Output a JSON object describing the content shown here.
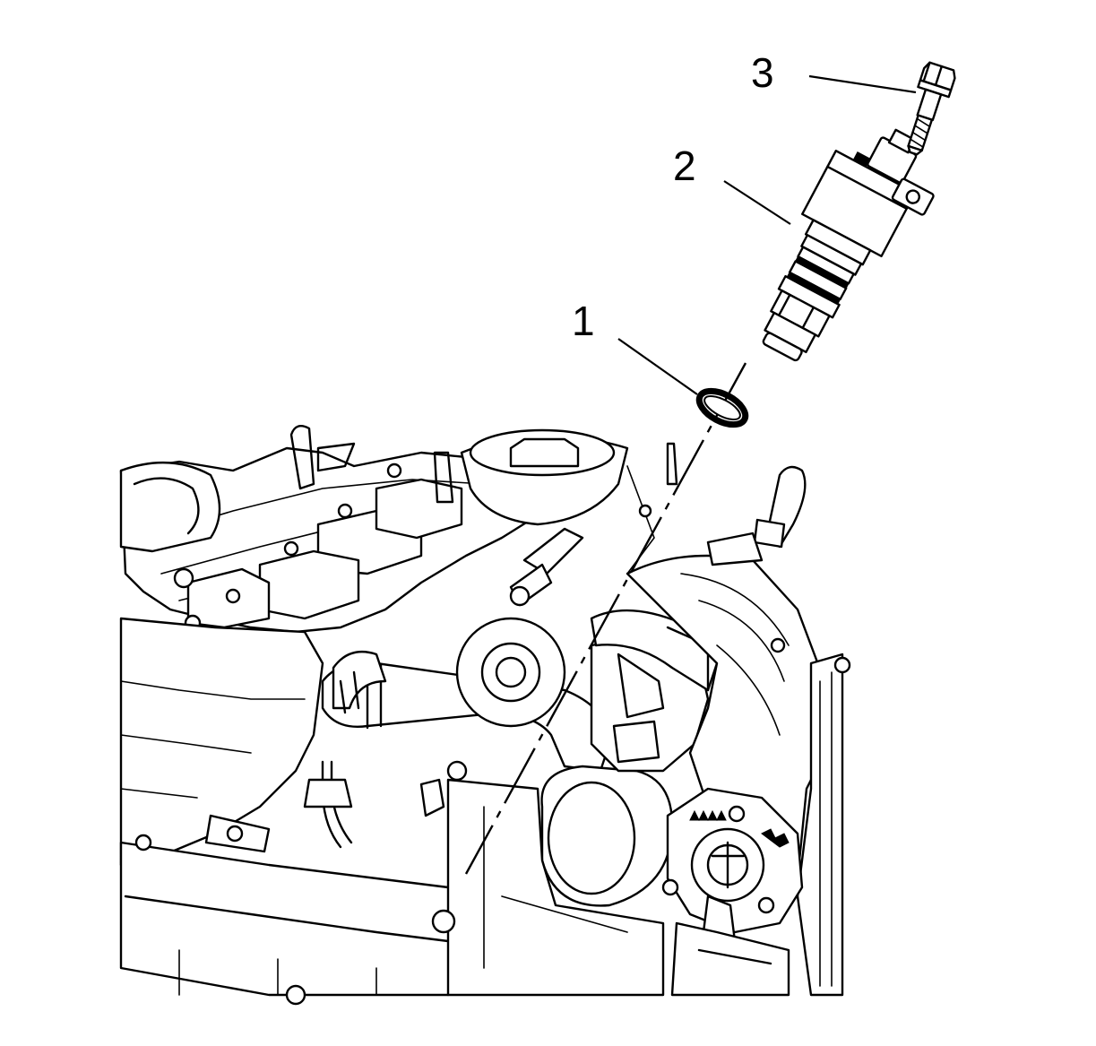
{
  "callouts": [
    {
      "number": "1"
    },
    {
      "number": "2"
    },
    {
      "number": "3"
    }
  ],
  "colors": {
    "ink": "#000000",
    "paper": "#ffffff"
  }
}
